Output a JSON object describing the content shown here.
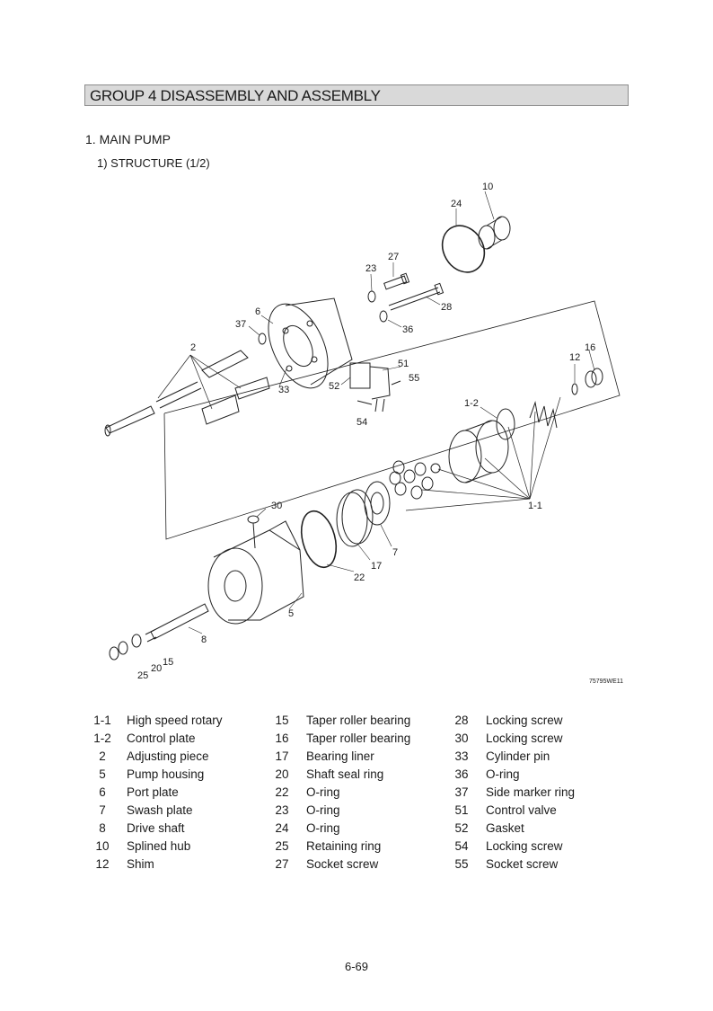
{
  "header": {
    "group_title": "GROUP  4  DISASSEMBLY AND ASSEMBLY"
  },
  "section": {
    "title": "1. MAIN PUMP",
    "subtitle_main": "1) STRUCTURE",
    "subtitle_part": "(1/2)"
  },
  "diagram": {
    "callouts": {
      "c10": "10",
      "c24": "24",
      "c27": "27",
      "c23": "23",
      "c28": "28",
      "c6": "6",
      "c37": "37",
      "c36": "36",
      "c2": "2",
      "c33": "33",
      "c51": "51",
      "c52": "52",
      "c55": "55",
      "c54": "54",
      "c16": "16",
      "c12": "12",
      "c1_2": "1-2",
      "c1_1": "1-1",
      "c30": "30",
      "c7": "7",
      "c17": "17",
      "c22": "22",
      "c5": "5",
      "c8": "8",
      "c15": "15",
      "c20": "20",
      "c25": "25"
    },
    "drawing_code": "75795WE11"
  },
  "parts_list": {
    "columns": [
      [
        {
          "no": "1-1",
          "name": "High speed rotary"
        },
        {
          "no": "1-2",
          "name": "Control plate"
        },
        {
          "no": "2",
          "name": "Adjusting piece"
        },
        {
          "no": "5",
          "name": "Pump housing"
        },
        {
          "no": "6",
          "name": "Port plate"
        },
        {
          "no": "7",
          "name": "Swash plate"
        },
        {
          "no": "8",
          "name": "Drive shaft"
        },
        {
          "no": "10",
          "name": "Splined hub"
        },
        {
          "no": "12",
          "name": "Shim"
        }
      ],
      [
        {
          "no": "15",
          "name": "Taper roller bearing"
        },
        {
          "no": "16",
          "name": "Taper roller bearing"
        },
        {
          "no": "17",
          "name": "Bearing liner"
        },
        {
          "no": "20",
          "name": "Shaft seal ring"
        },
        {
          "no": "22",
          "name": "O-ring"
        },
        {
          "no": "23",
          "name": "O-ring"
        },
        {
          "no": "24",
          "name": "O-ring"
        },
        {
          "no": "25",
          "name": "Retaining ring"
        },
        {
          "no": "27",
          "name": "Socket screw"
        }
      ],
      [
        {
          "no": "28",
          "name": "Locking screw"
        },
        {
          "no": "30",
          "name": "Locking screw"
        },
        {
          "no": "33",
          "name": "Cylinder pin"
        },
        {
          "no": "36",
          "name": "O-ring"
        },
        {
          "no": "37",
          "name": "Side marker ring"
        },
        {
          "no": "51",
          "name": "Control valve"
        },
        {
          "no": "52",
          "name": "Gasket"
        },
        {
          "no": "54",
          "name": "Locking screw"
        },
        {
          "no": "55",
          "name": "Socket screw"
        }
      ]
    ]
  },
  "footer": {
    "page_number": "6-69"
  }
}
